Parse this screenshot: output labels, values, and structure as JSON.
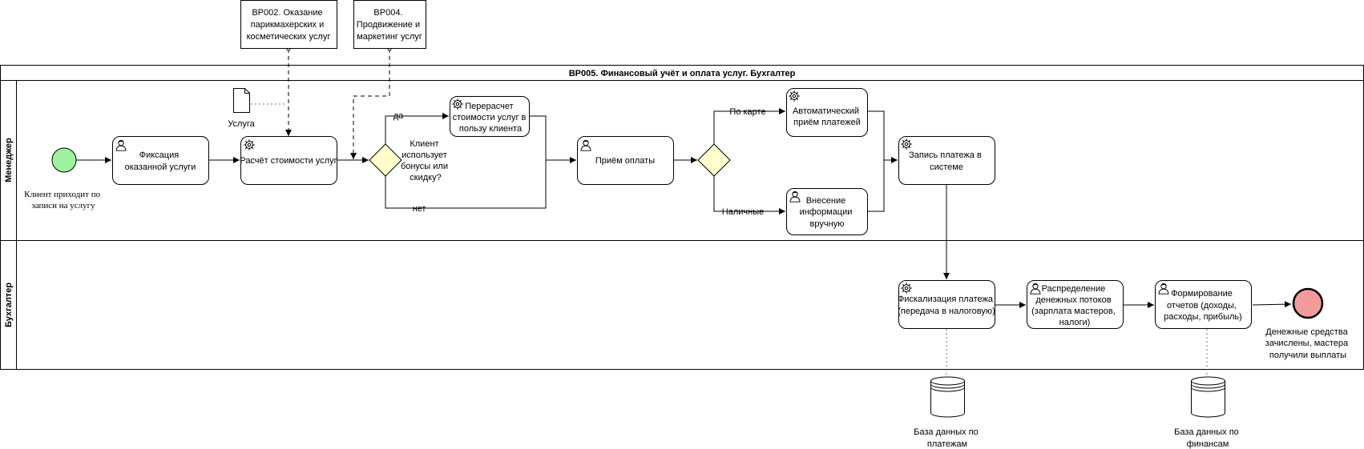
{
  "pool": {
    "title": "BP005. Финансовый учёт и оплата услуг. Бухгалтер",
    "lanes": {
      "manager": "Менеджер",
      "accountant": "Бухгалтер"
    }
  },
  "external_processes": [
    [
      "BP002. Оказание",
      "парикмахерских и",
      "косметических услуг"
    ],
    [
      "BP004.",
      "Продвижение и",
      "маркетинг услуг"
    ]
  ],
  "events": {
    "start_label": [
      "Клиент приходит по",
      "записи на услугу"
    ],
    "end_label": [
      "Денежные средства",
      "зачислены, мастера",
      "получили выплаты"
    ]
  },
  "document": {
    "label": "Услуга"
  },
  "tasks": {
    "fix_service": [
      "Фиксация",
      "оказанной услуги"
    ],
    "calc_cost": [
      "Расчёт стоимости услуг"
    ],
    "recalc": [
      "Перерасчет",
      "стоимости услуг в",
      "пользу клиента"
    ],
    "receive_payment": [
      "Приём оплаты"
    ],
    "auto_payment": [
      "Автоматический",
      "приём платежей"
    ],
    "manual_entry": [
      "Внесение",
      "информации",
      "вручную"
    ],
    "record_payment": [
      "Запись платежа в",
      "системе"
    ],
    "fiscalization": [
      "Фискализация платежа",
      "(передача в налоговую)"
    ],
    "distribution": [
      "Распределение",
      "денежных потоков",
      "(зарплата мастеров,",
      "налоги)"
    ],
    "reports": [
      "Формирование",
      "отчетов (доходы,",
      "расходы, прибыль)"
    ]
  },
  "gateways": {
    "bonus_question": [
      "Клиент",
      "использует",
      "бонусы или",
      "скидку?"
    ],
    "yes": "да",
    "no": "нет",
    "card": "По карте",
    "cash": "Наличные"
  },
  "datastores": {
    "payments_db": [
      "База данных по",
      "платежам"
    ],
    "finance_db": [
      "База данных по",
      "финансам"
    ]
  },
  "colors": {
    "start": "#9ef19e",
    "end": "#f39a9a",
    "gateway": "#ffffcc"
  }
}
